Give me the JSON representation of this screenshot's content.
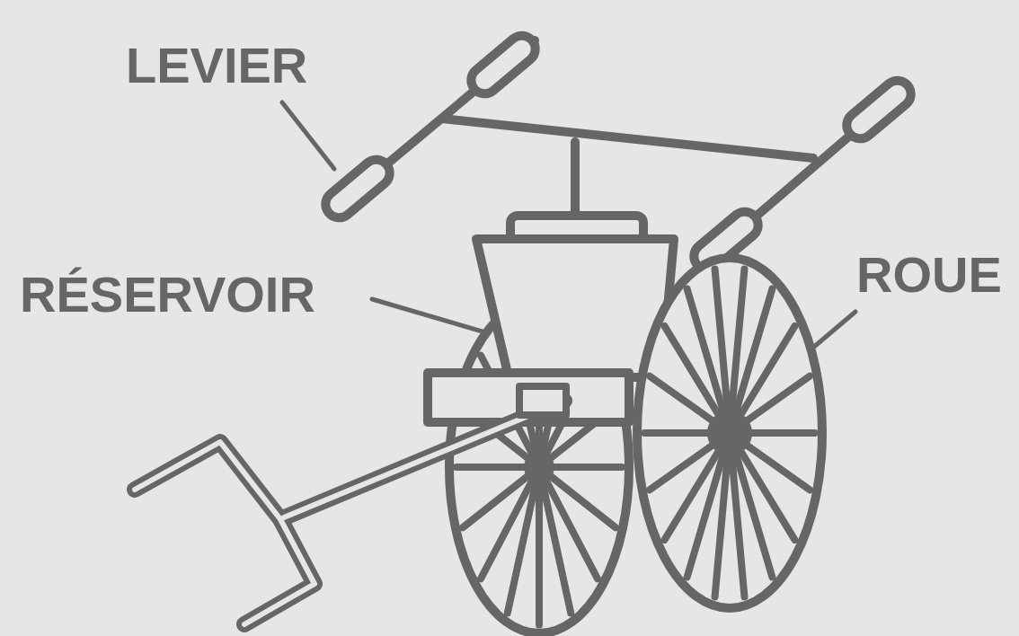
{
  "diagram": {
    "labels": [
      "LEVIER",
      "RÉSERVOIR",
      "ROUE"
    ]
  }
}
